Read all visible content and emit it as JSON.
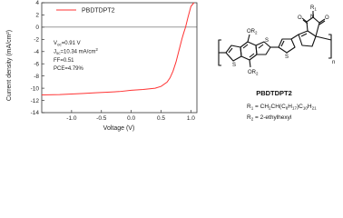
{
  "chart_data": {
    "type": "line",
    "xlabel": "Voltage (V)",
    "ylabel": "Current density (mA/cm²)",
    "xlim": [
      -1.5,
      1.1
    ],
    "ylim": [
      -14,
      4
    ],
    "x_ticks": [
      "-1.0",
      "-0.5",
      "0.0",
      "0.5",
      "1.0"
    ],
    "x_tick_values": [
      -1.0,
      -0.5,
      0.0,
      0.5,
      1.0
    ],
    "y_ticks": [
      "4",
      "2",
      "0",
      "-2",
      "-4",
      "-6",
      "-8",
      "-10",
      "-12",
      "-14"
    ],
    "y_tick_values": [
      4,
      2,
      0,
      -2,
      -4,
      -6,
      -8,
      -10,
      -12,
      -14
    ],
    "grid": false,
    "legend_position": "top-left",
    "series": [
      {
        "name": "PBDTDPT2",
        "color": "#ff3333",
        "x": [
          -1.5,
          -1.2,
          -1.0,
          -0.8,
          -0.6,
          -0.4,
          -0.2,
          0.0,
          0.2,
          0.4,
          0.5,
          0.6,
          0.65,
          0.7,
          0.75,
          0.8,
          0.85,
          0.88,
          0.91,
          0.95,
          1.0,
          1.05
        ],
        "y": [
          -11.1,
          -11.05,
          -10.95,
          -10.85,
          -10.75,
          -10.65,
          -10.55,
          -10.34,
          -10.2,
          -10.0,
          -9.7,
          -9.0,
          -8.3,
          -7.2,
          -5.7,
          -3.8,
          -1.9,
          -0.9,
          0.0,
          1.6,
          3.4,
          4.0
        ]
      }
    ],
    "annotations": {
      "voc": "V",
      "voc_sub": "oc",
      "voc_value": "=0.91 V",
      "jsc": "J",
      "jsc_sub": "sc",
      "jsc_value": "=10.34 mA/cm",
      "jsc_sup": "2",
      "ff": "FF=0.51",
      "pce": "PCE=4.79%"
    }
  },
  "molecule": {
    "name": "PBDTDPT2",
    "or_top": "OR",
    "or_bottom": "OR",
    "or_sub": "2",
    "s_left": "S",
    "s_right": "S",
    "s_thiophene": "S",
    "n_label": "N",
    "r1_on_n": "R",
    "r1_on_n_sub": "1",
    "o_left": "O",
    "o_right": "O",
    "repeat_n": "n",
    "r1_def_label": "R",
    "r1_def_sub": "1",
    "r1_def_prefix": " = CH",
    "r1_def_2": "2",
    "r1_def_mid": "CH(C",
    "r1_def_8": "8",
    "r1_def_h": "H",
    "r1_def_17": "17",
    "r1_def_c": ")C",
    "r1_def_10": "10",
    "r1_def_h2": "H",
    "r1_def_21": "21",
    "r2_def_label": "R",
    "r2_def_sub": "2",
    "r2_def_value": " = 2-ethylhexyl"
  }
}
